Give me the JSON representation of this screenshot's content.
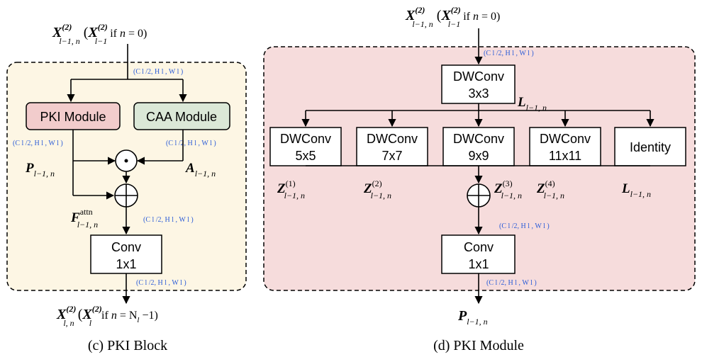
{
  "colors": {
    "block_bg": "#fdf6e4",
    "module_bg": "#f6dcdc",
    "pki_box": "#f2cccc",
    "caa_box": "#dbe8d7",
    "dim_text": "#2a5bd7"
  },
  "pki_block": {
    "input_label": "X",
    "input_sup": "(2)",
    "input_sub": "l−1, n",
    "input_paren_label": "X",
    "input_paren_sup": "(2)",
    "input_paren_sub": "l−1",
    "input_cond_pre": " if ",
    "input_cond_var": "n",
    "input_cond_post": " = 0)",
    "dim_top": "(C l /2, H l , W l )",
    "pki_module_label": "PKI Module",
    "caa_module_label": "CAA Module",
    "dim_pki": "(C l /2, H l , W l )",
    "dim_caa": "(C l /2, H l , W l )",
    "p_label": "P",
    "p_sub": "l−1, n",
    "a_label": "A",
    "a_sub": "l−1, n",
    "f_label": "F",
    "f_sup": "attn",
    "f_sub": "l−1, n",
    "dim_sum": "(C l /2, H l , W l )",
    "conv_line1": "Conv",
    "conv_line2": "1x1",
    "dim_out": "(C l /2, H l , W l )",
    "output_label": "X",
    "output_sup": "(2)",
    "output_sub": "l, n",
    "output_paren_label": "X",
    "output_paren_sup": "(2)",
    "output_paren_sub": "l",
    "output_cond_pre": " if ",
    "output_cond_var": "n",
    "output_cond_post": " = N",
    "output_cond_sub": "l",
    "output_cond_end": " −1)",
    "caption": "(c) PKI Block"
  },
  "pki_module": {
    "input_label": "X",
    "input_sup": "(2)",
    "input_sub": "l−1, n",
    "input_paren_label": "X",
    "input_paren_sup": "(2)",
    "input_paren_sub": "l−1",
    "input_cond_pre": " if ",
    "input_cond_var": "n",
    "input_cond_post": " = 0)",
    "dim_top": "(C l /2, H l , W l )",
    "dw3_line1": "DWConv",
    "dw3_line2": "3x3",
    "l_label": "L",
    "l_sub": "l−1, n",
    "branches": [
      {
        "line1": "DWConv",
        "line2": "5x5",
        "z": "Z",
        "z_sup": "(1)",
        "z_sub": "l−1, n"
      },
      {
        "line1": "DWConv",
        "line2": "7x7",
        "z": "Z",
        "z_sup": "(2)",
        "z_sub": "l−1, n"
      },
      {
        "line1": "DWConv",
        "line2": "9x9",
        "z": "Z",
        "z_sup": "(3)",
        "z_sub": "l−1, n"
      },
      {
        "line1": "DWConv",
        "line2": "11x11",
        "z": "Z",
        "z_sup": "(4)",
        "z_sub": "l−1, n"
      },
      {
        "line1": "Identity",
        "line2": "",
        "z": "L",
        "z_sup": "",
        "z_sub": "l−1, n"
      }
    ],
    "dim_sum": "(C l /2, H l , W l )",
    "conv_line1": "Conv",
    "conv_line2": "1x1",
    "dim_out": "(C l /2, H l , W l )",
    "output_label": "P",
    "output_sub": "l−1, n",
    "caption": "(d) PKI Module"
  }
}
